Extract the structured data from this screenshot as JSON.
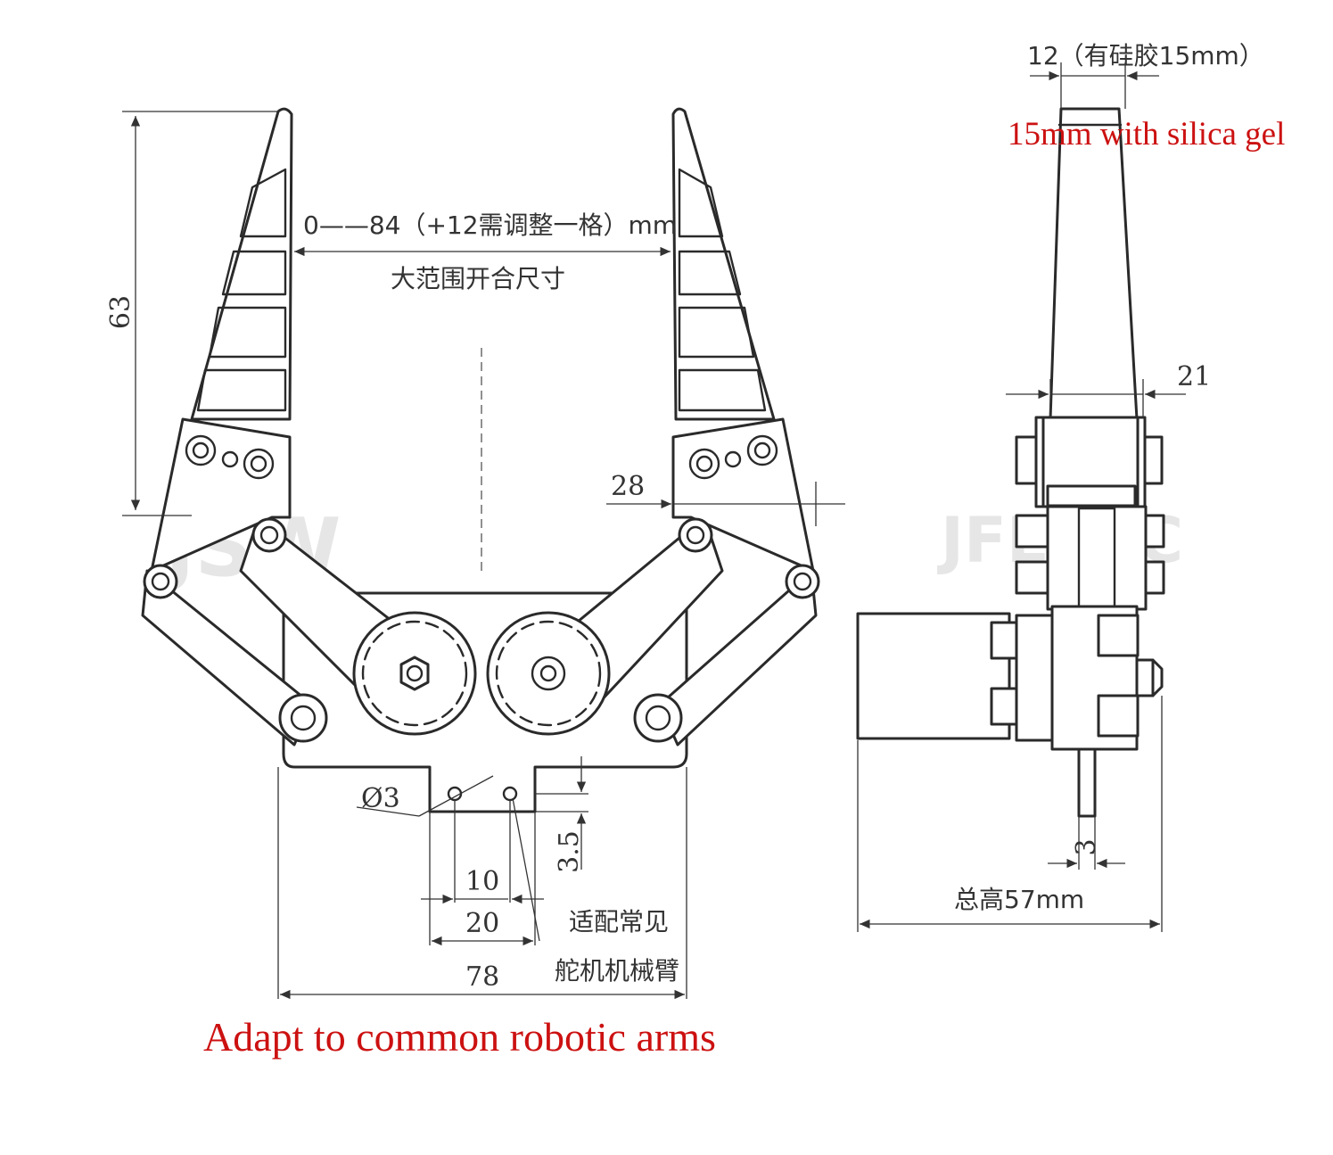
{
  "labels": {
    "opening_range": "0——84（+12需调整一格）mm",
    "opening_desc": "大范围开合尺寸",
    "height_63": "63",
    "dim_28": "28",
    "hole_dia": "Ø3",
    "dim_3_5": "3.5",
    "dim_10": "10",
    "dim_20": "20",
    "dim_78": "78",
    "adapt_cn_1": "适配常见",
    "adapt_cn_2": "舵机机械臂",
    "finger_width": "12（有硅胶15mm）",
    "silica_note": "15mm with silica gel",
    "dim_21": "21",
    "dim_3": "3",
    "total_height": "总高57mm",
    "adapt_en": "Adapt to common robotic arms"
  },
  "watermarks": {
    "left": "JSW",
    "right": "JFETPC"
  },
  "colors": {
    "line": "#2a2a2a",
    "annotation_red": "#cc1111",
    "background": "#ffffff"
  }
}
